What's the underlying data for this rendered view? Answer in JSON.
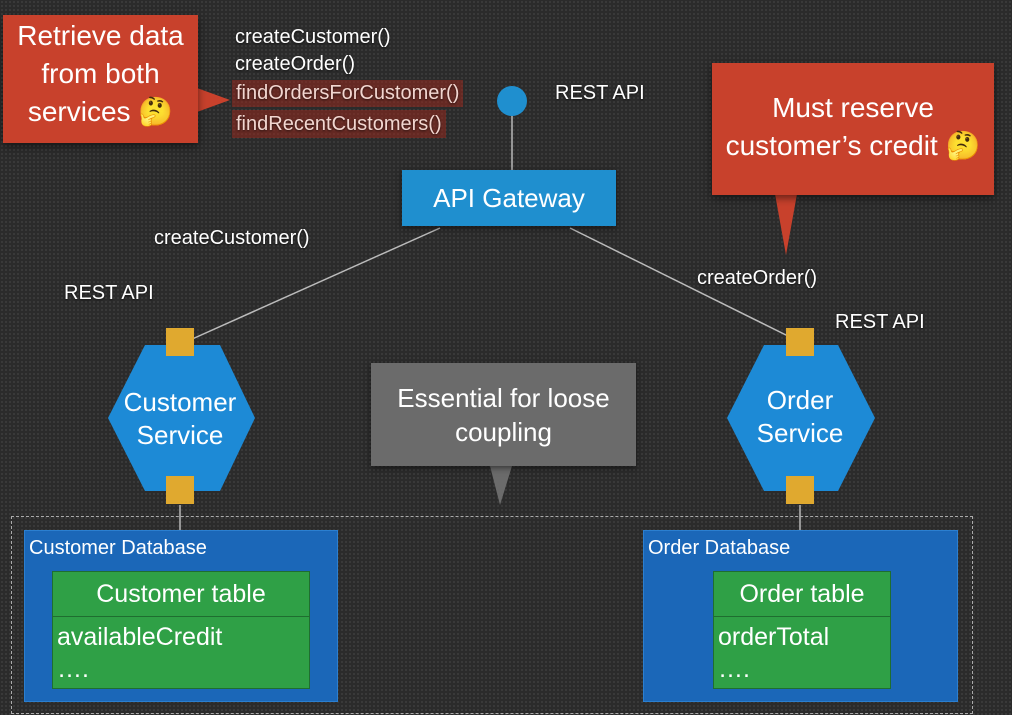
{
  "callouts": {
    "left": [
      "Retrieve data",
      "from both",
      "services 🤔"
    ],
    "right": [
      "Must reserve",
      "customer’s credit 🤔"
    ],
    "center": [
      "Essential for loose",
      "coupling"
    ]
  },
  "gateway": {
    "operations": [
      "createCustomer()",
      "createOrder()",
      "findOrdersForCustomer()",
      "findRecentCustomers()"
    ],
    "api_label": "REST API",
    "title": "API Gateway"
  },
  "connections": {
    "customer_call": "createCustomer()",
    "order_call": "createOrder()"
  },
  "customer_service": {
    "api_label": "REST API",
    "name": [
      "Customer",
      "Service"
    ],
    "database": "Customer Database",
    "table": "Customer table",
    "columns": [
      "availableCredit",
      "…."
    ]
  },
  "order_service": {
    "api_label": "REST API",
    "name": [
      "Order",
      "Service"
    ],
    "database": "Order Database",
    "table": "Order table",
    "columns": [
      "orderTotal",
      "…."
    ]
  },
  "colors": {
    "callout_red": "#c8412c",
    "gateway_blue": "#1f8fcf",
    "service_blue": "#1d8ad6",
    "port_yellow": "#e0a92f",
    "db_blue": "#1b67b8",
    "table_green": "#2fa046"
  }
}
